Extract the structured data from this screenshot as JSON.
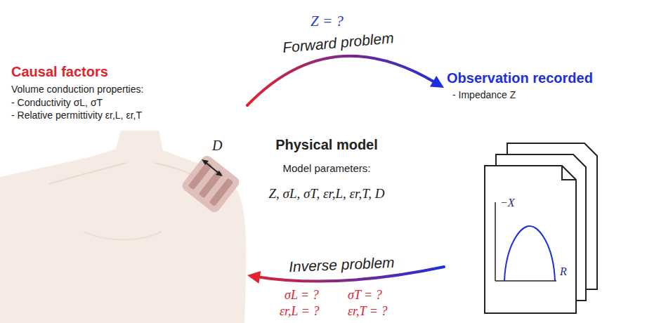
{
  "diagram": {
    "nodes": [
      {
        "text": [
          "Causal factors",
          "Volume conduction properties:",
          "- Conductivity σL, σT",
          "- Relative permittivity εr,L, εr,T"
        ]
      },
      {
        "text": [
          "Observation recorded",
          "- Impedance Z"
        ]
      },
      {
        "text": [
          "Physical model",
          "Model parameters:",
          "Z, σL, σT, εr,L, εr,T, D"
        ]
      }
    ],
    "edges": [
      {
        "from": 0,
        "to": 1,
        "arrow": "to",
        "label": "Forward problem"
      },
      {
        "from": 1,
        "to": 0,
        "arrow": "to",
        "label": "Inverse problem"
      }
    ],
    "labels": [
      "Z = ?",
      "σL = ?",
      "σT = ?",
      "εr,L = ?",
      "εr,T = ?",
      "D",
      "−X",
      "R"
    ]
  }
}
